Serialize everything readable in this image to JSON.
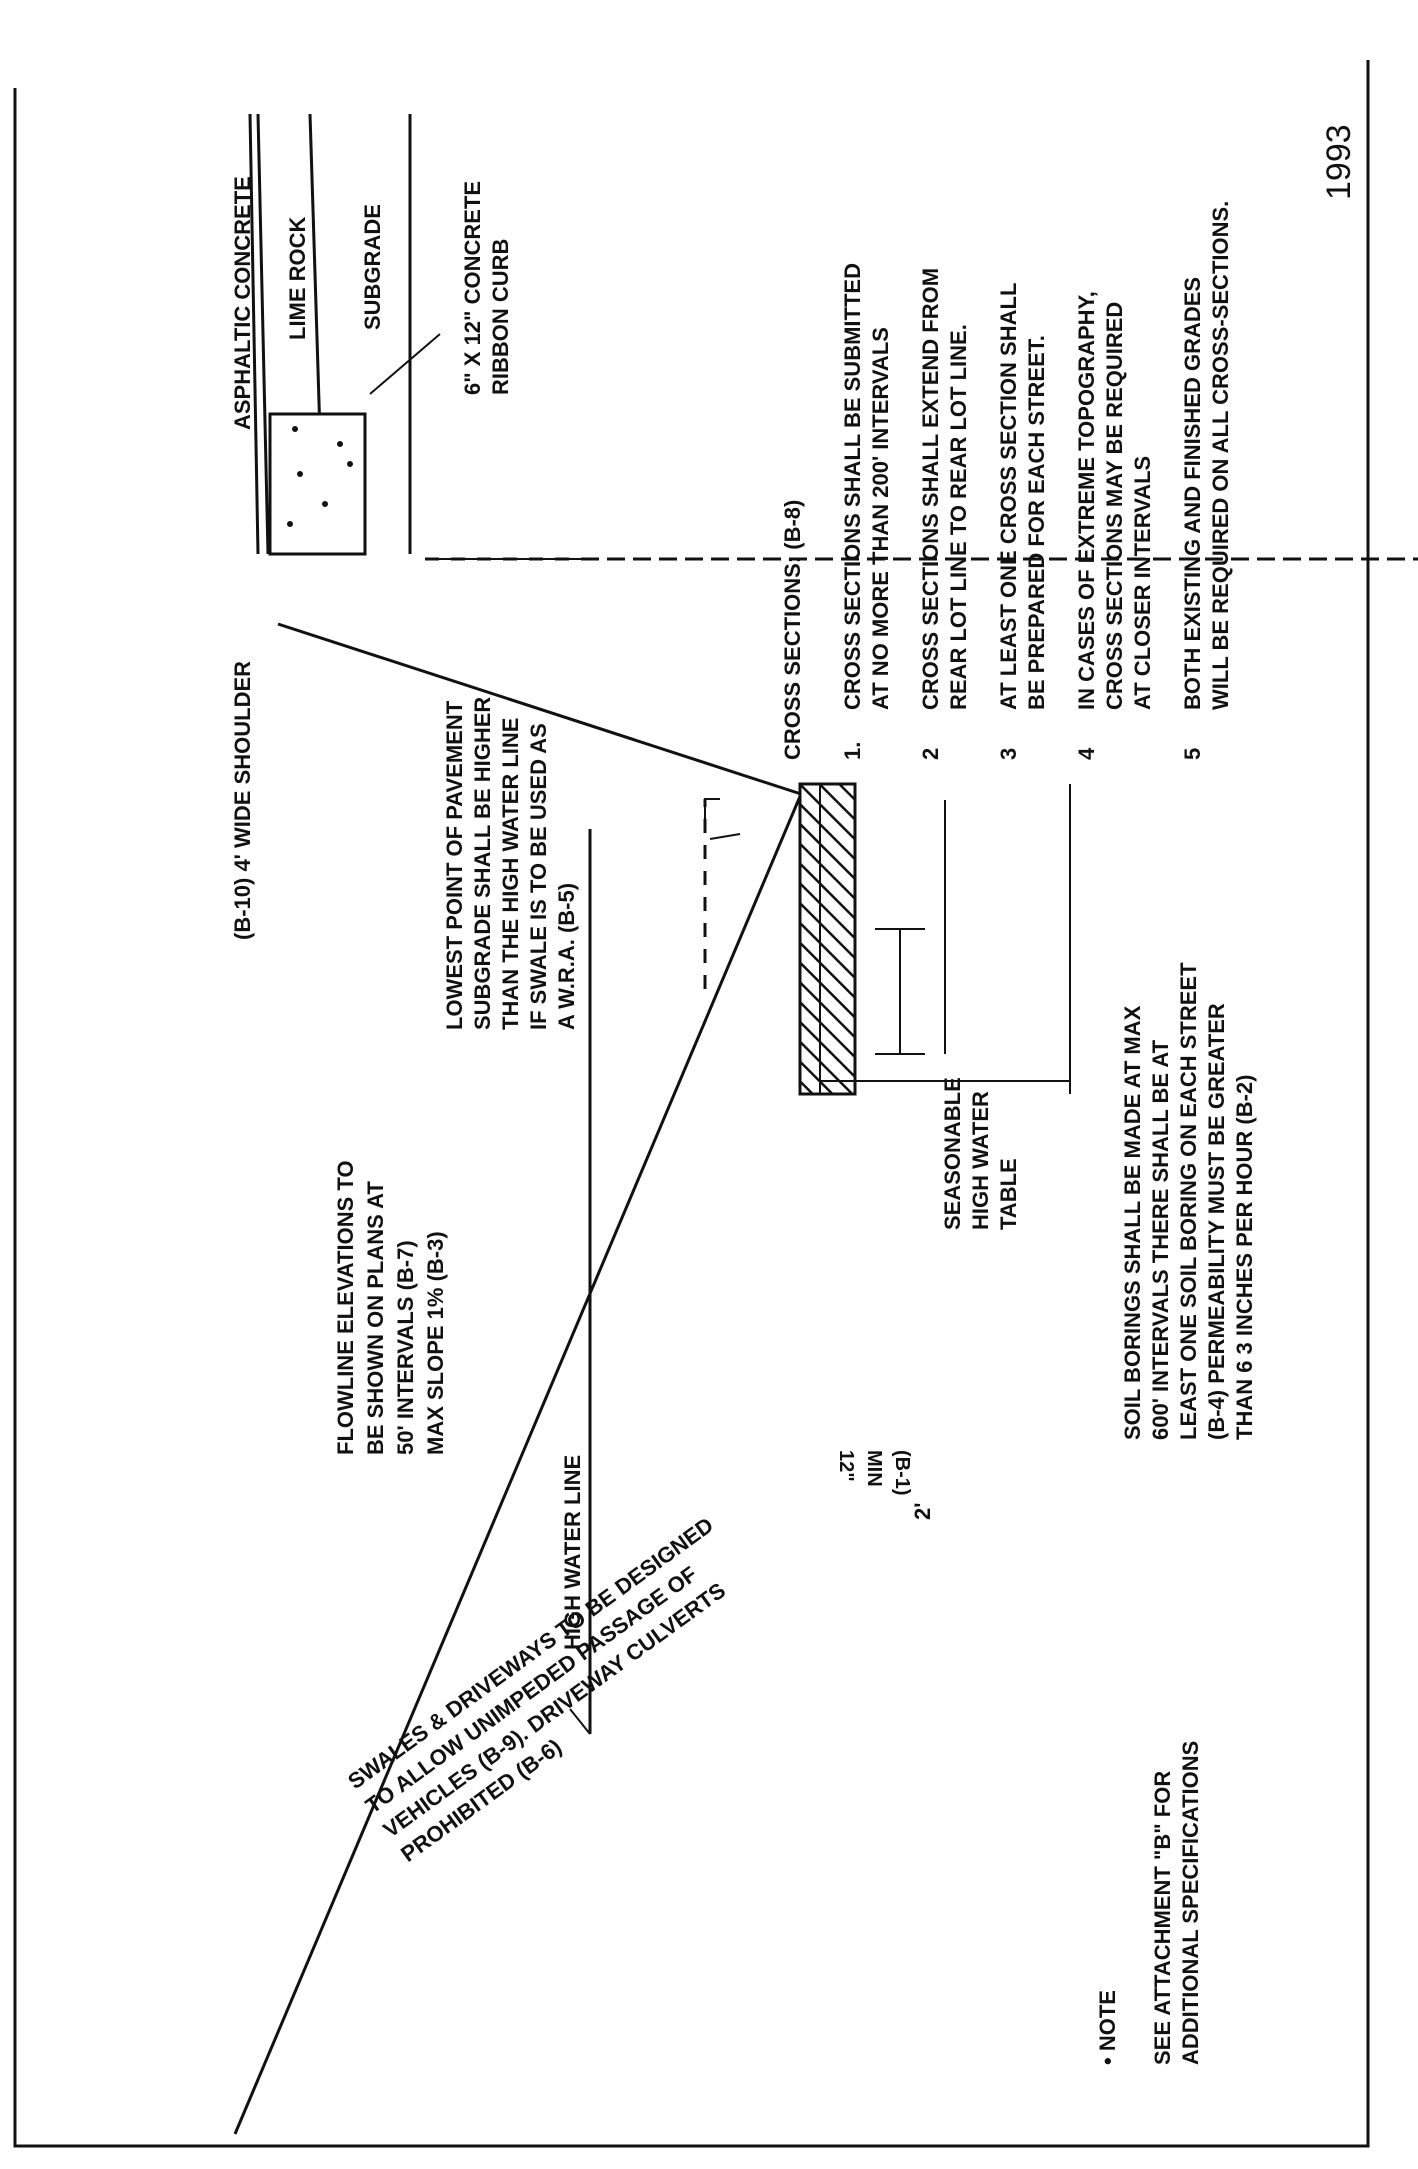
{
  "labels": {
    "swales_note": [
      "SWALES & DRIVEWAYS TO BE DESIGNED",
      "TO ALLOW UNIMPEDED PASSAGE OF",
      "VEHICLES (B-9). DRIVEWAY CULVERTS",
      "PROHIBITED (B-6)"
    ],
    "flowline_note": [
      "FLOWLINE ELEVATIONS TO",
      "BE SHOWN ON PLANS AT",
      "50' INTERVALS (B-7)",
      "MAX SLOPE 1% (B-3)"
    ],
    "high_water_line": "HIGH WATER LINE",
    "boring_width": "2'",
    "boring_min_depth": "12\"",
    "boring_min_label": "MIN",
    "boring_min_ref": "(B-1)",
    "seasonable_table": [
      "SEASONABLE",
      "HIGH WATER",
      "TABLE"
    ],
    "soil_borings_note": [
      "SOIL BORINGS SHALL BE MADE AT MAX",
      "600' INTERVALS  THERE SHALL BE AT",
      "LEAST ONE SOIL BORING ON EACH STREET",
      "(B-4)   PERMEABILITY MUST BE GREATER",
      "THAN 6 3 INCHES PER HOUR (B-2)"
    ],
    "lowest_point_note": [
      "LOWEST POINT OF PAVEMENT",
      "SUBGRADE SHALL BE HIGHER",
      "THAN THE HIGH WATER LINE",
      "IF SWALE IS TO BE USED AS",
      "A W.R.A. (B-5)"
    ],
    "shoulder": "(B-10) 4' WIDE SHOULDER",
    "asphaltic_concrete": "ASPHALTIC CONCRETE",
    "lime_rock": "LIME ROCK",
    "subgrade": "SUBGRADE",
    "curb_note": [
      "6\" X 12\" CONCRETE",
      "RIBBON CURB"
    ]
  },
  "notes": {
    "marker": "• NOTE",
    "attachment": [
      "SEE ATTACHMENT \"B\" FOR",
      "ADDITIONAL SPECIFICATIONS"
    ]
  },
  "cross_sections": {
    "heading": "CROSS SECTIONS: (B-8)",
    "items": [
      {
        "num": "1.",
        "lines": [
          "CROSS SECTIONS SHALL BE SUBMITTED",
          "AT NO MORE THAN 200' INTERVALS"
        ]
      },
      {
        "num": "2",
        "lines": [
          "CROSS SECTIONS SHALL EXTEND FROM",
          "REAR LOT LINE TO REAR LOT LINE."
        ]
      },
      {
        "num": "3",
        "lines": [
          "AT LEAST ONE CROSS SECTION SHALL",
          "BE PREPARED FOR EACH STREET."
        ]
      },
      {
        "num": "4",
        "lines": [
          "IN CASES OF EXTREME TOPOGRAPHY,",
          "CROSS SECTIONS MAY BE REQUIRED",
          "AT CLOSER INTERVALS"
        ]
      },
      {
        "num": "5",
        "lines": [
          "BOTH EXISTING AND FINISHED GRADES",
          "WILL BE REQUIRED ON ALL CROSS-SECTIONS."
        ]
      }
    ]
  },
  "year": "1993"
}
